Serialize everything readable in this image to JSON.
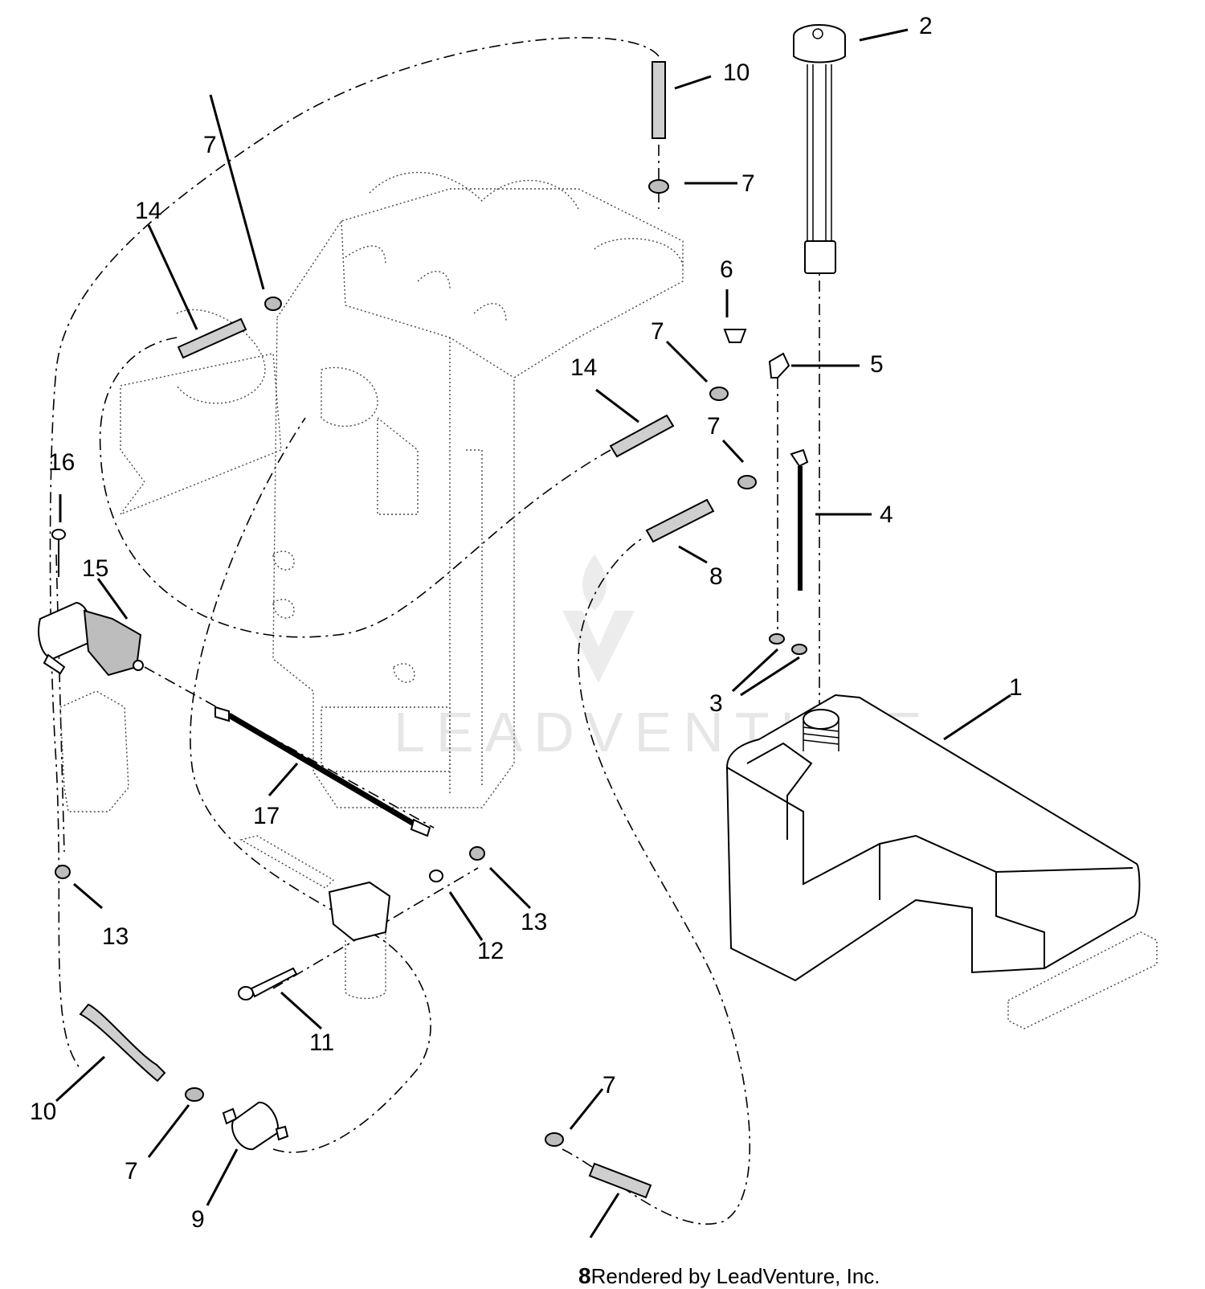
{
  "callouts": {
    "c1": "1",
    "c2": "2",
    "c3": "3",
    "c4": "4",
    "c5": "5",
    "c6": "6",
    "c7a": "7",
    "c7b": "7",
    "c7c": "7",
    "c7d": "7",
    "c7e": "7",
    "c7f": "7",
    "c8a": "8",
    "c9": "9",
    "c10a": "10",
    "c10b": "10",
    "c11": "11",
    "c12": "12",
    "c13a": "13",
    "c13b": "13",
    "c14a": "14",
    "c14b": "14",
    "c15": "15",
    "c16": "16",
    "c17": "17"
  },
  "footer": {
    "last_callout": "8",
    "credit": "Rendered by LeadVenture, Inc."
  },
  "watermark": {
    "text": "LEADVENTURE"
  }
}
